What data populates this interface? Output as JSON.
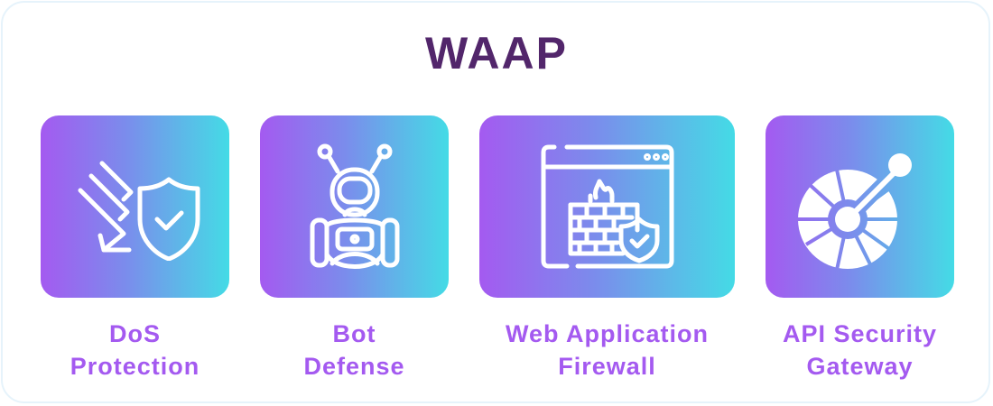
{
  "title": "WAAP",
  "colors": {
    "title": "#52266b",
    "label": "#a45af0",
    "gradient_start": "#a45af0",
    "gradient_end": "#44dbe6",
    "frame_border": "#e6f3fb"
  },
  "items": [
    {
      "icon": "dos-shield-icon",
      "line1": "DoS",
      "line2": "Protection"
    },
    {
      "icon": "robot-icon",
      "line1": "Bot",
      "line2": "Defense"
    },
    {
      "icon": "browser-firewall-icon",
      "line1": "Web Application",
      "line2": "Firewall"
    },
    {
      "icon": "api-gateway-icon",
      "line1": "API Security",
      "line2": "Gateway"
    }
  ]
}
